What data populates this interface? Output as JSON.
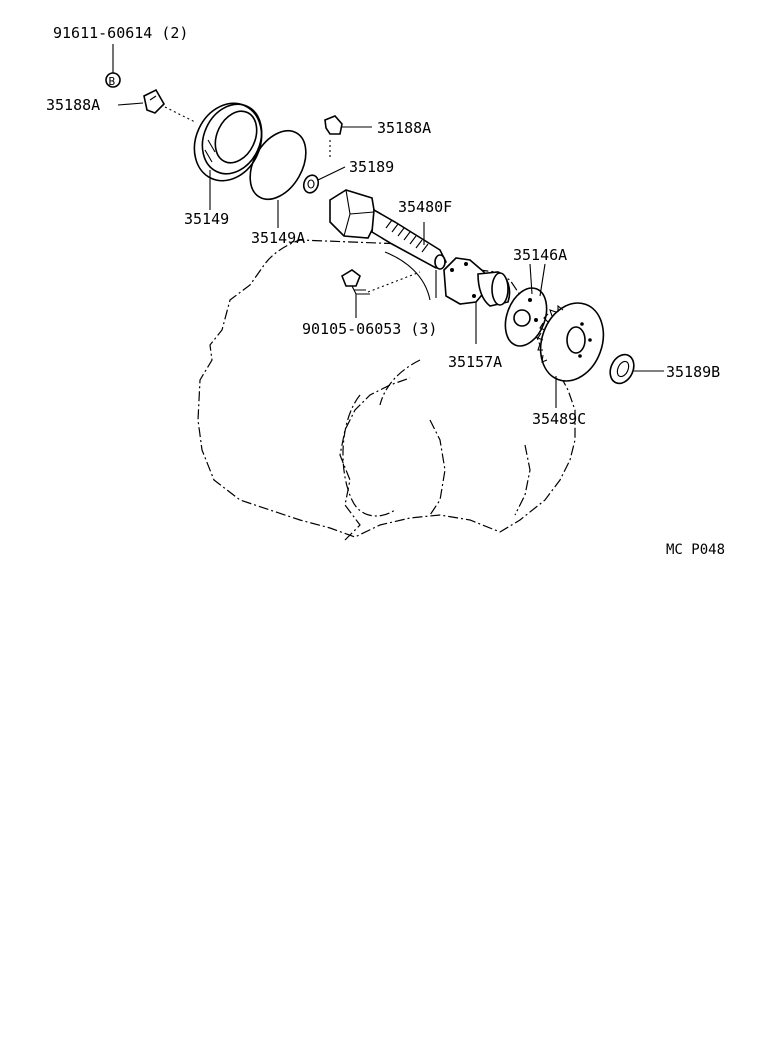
{
  "labels": {
    "bolt_91611": "91611-60614 (2)",
    "circle_b": "B",
    "clip_35188a_left": "35188A",
    "clip_35188a_right": "35188A",
    "clip_35189": "35189",
    "seal_35149": "35149",
    "oring_35149a": "35149A",
    "shaft_35480f": "35480F",
    "plate_35146a": "35146A",
    "bolt_90105": "90105-06053 (3)",
    "sleeve_35157a": "35157A",
    "gear_35489c": "35489C",
    "washer_35189b": "35189B",
    "figure_code": "MC P048"
  }
}
